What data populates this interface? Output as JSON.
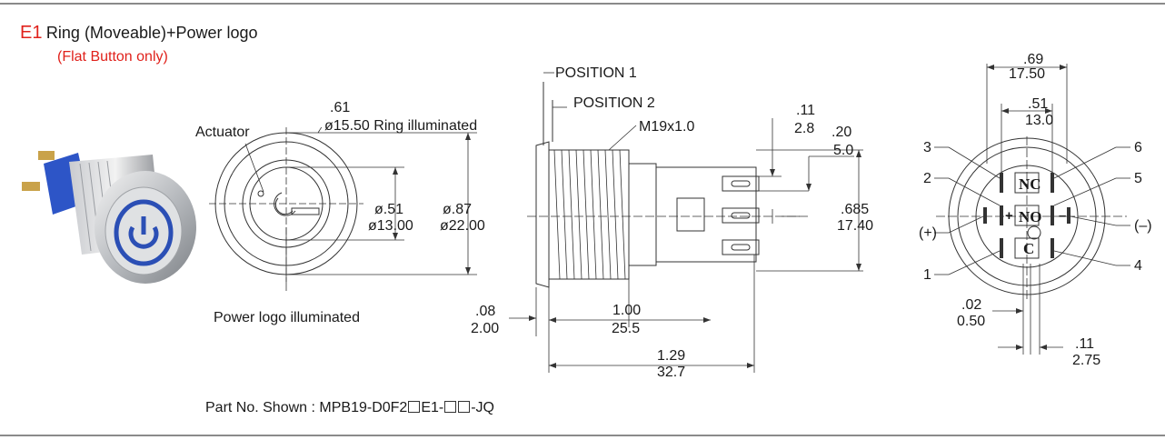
{
  "header": {
    "code": "E1",
    "title": "Ring (Moveable)+Power logo",
    "note": "(Flat Button only)"
  },
  "front_view": {
    "actuator": "Actuator",
    "ring_in": ".61",
    "ring_mm": "ø15.50 Ring illuminated",
    "inner_in": "ø.51",
    "inner_mm": "ø13.00",
    "outer_in": "ø.87",
    "outer_mm": "ø22.00",
    "logo_label": "Power logo illuminated"
  },
  "side_view": {
    "pos1": "POSITION 1",
    "pos2": "POSITION 2",
    "thread": "M19x1.0",
    "dim_011_in": ".11",
    "dim_011_mm": "2.8",
    "dim_020_in": ".20",
    "dim_020_mm": "5.0",
    "dim_0685_in": ".685",
    "dim_0685_mm": "17.40",
    "dim_008_in": ".08",
    "dim_008_mm": "2.00",
    "dim_100_in": "1.00",
    "dim_100_mm": "25.5",
    "dim_129_in": "1.29",
    "dim_129_mm": "32.7"
  },
  "rear_view": {
    "w_069_in": ".69",
    "w_069_mm": "17.50",
    "w_051_in": ".51",
    "w_051_mm": "13.0",
    "t_002_in": ".02",
    "t_002_mm": "0.50",
    "t_011_in": ".11",
    "t_011_mm": "2.75",
    "pin1": "1",
    "pin2": "2",
    "pin3": "3",
    "pin4": "4",
    "pin5": "5",
    "pin6": "6",
    "plus": "(+)",
    "minus": "(–)",
    "nc": "NC",
    "no": "NO",
    "c": "C",
    "plus_sign": "+",
    "minus_sign": "–"
  },
  "footer": {
    "part_prefix": "Part No. Shown : MPB19-D0F2",
    "part_mid": "E1-",
    "part_suffix": "-JQ"
  },
  "colors": {
    "accent": "#e0211b",
    "ring": "#2b4fb5",
    "rule": "#8a8a8a"
  }
}
